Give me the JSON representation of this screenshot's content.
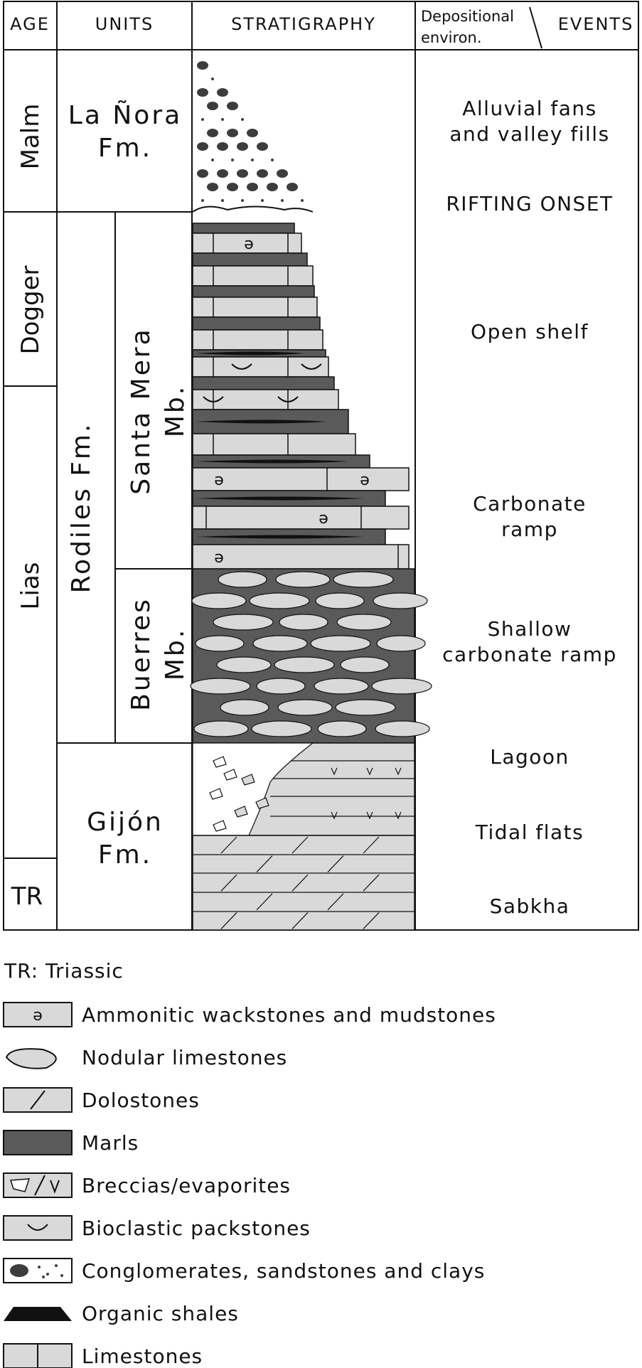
{
  "colors": {
    "line": "#111111",
    "limestone": "#d9d9d9",
    "marl": "#5a5a5a",
    "organic": "#111111",
    "pebble": "#3d3d3d"
  },
  "headers": {
    "age": "AGE",
    "units": "UNITS",
    "stratigraphy": "STRATIGRAPHY",
    "environment_line1": "Depositional",
    "environment_line2": "environ.",
    "events": "EVENTS"
  },
  "ages": [
    "Malm",
    "Dogger",
    "Lias",
    "TR"
  ],
  "units": {
    "la_nora": [
      "La Ñora",
      "Fm."
    ],
    "rodiles": "Rodiles Fm.",
    "santa_mera": [
      "Santa Mera",
      "Mb."
    ],
    "buerres": [
      "Buerres",
      "Mb."
    ],
    "gijon": [
      "Gijón",
      "Fm."
    ]
  },
  "environments": {
    "alluvial": [
      "Alluvial fans",
      "and valley fills"
    ],
    "rifting": "RIFTING ONSET",
    "open_shelf": "Open shelf",
    "carbonate_ramp": [
      "Carbonate",
      "ramp"
    ],
    "shallow_ramp": [
      "Shallow",
      "carbonate ramp"
    ],
    "lagoon": "Lagoon",
    "tidal_flats": "Tidal flats",
    "sabkha": "Sabkha"
  },
  "legend": {
    "note": "TR: Triassic",
    "items": [
      {
        "label": "Ammonitic wackstones and mudstones",
        "icon": "ammonite-icon"
      },
      {
        "label": "Nodular limestones",
        "icon": "nodule-icon"
      },
      {
        "label": "Dolostones",
        "icon": "dolostone-icon"
      },
      {
        "label": "Marls",
        "icon": "marl-icon"
      },
      {
        "label": "Breccias/evaporites",
        "icon": "breccia-evaporite-icon"
      },
      {
        "label": "Bioclastic packstones",
        "icon": "bioclast-icon"
      },
      {
        "label": "Conglomerates, sandstones and clays",
        "icon": "conglomerate-icon"
      },
      {
        "label": "Organic shales",
        "icon": "organic-shale-icon"
      },
      {
        "label": "Limestones",
        "icon": "limestone-icon"
      }
    ]
  }
}
